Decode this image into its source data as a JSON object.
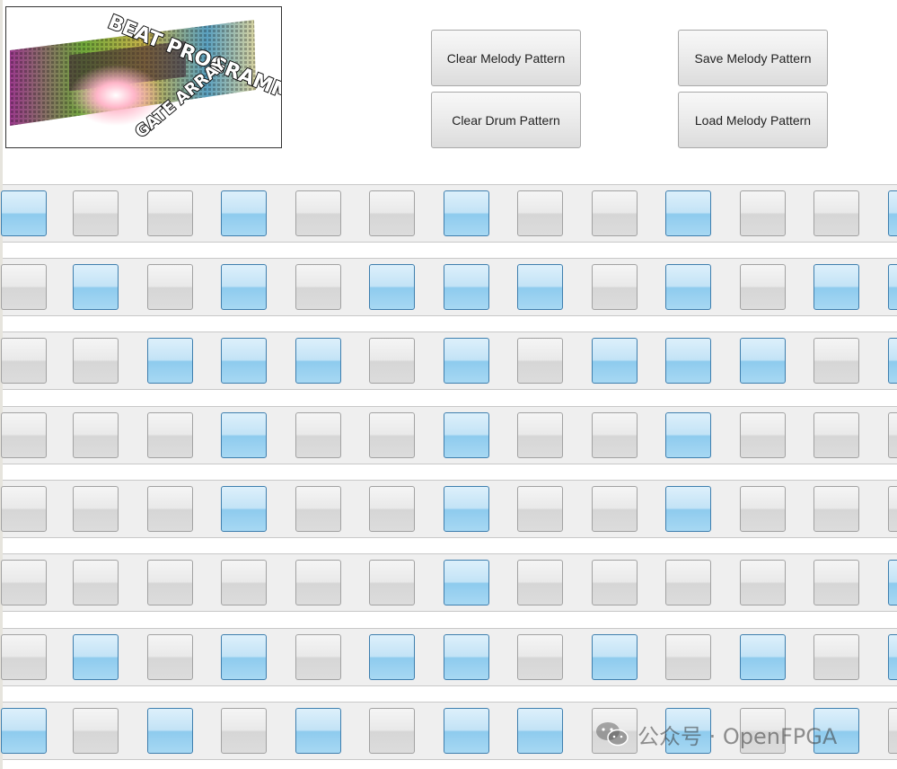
{
  "logo": {
    "line1": "BEAT PROGRAMMER",
    "line2": "GATE ARRAY"
  },
  "buttons": {
    "clear_melody": "Clear Melody Pattern",
    "clear_drum": "Clear Drum Pattern",
    "save_melody": "Save Melody Pattern",
    "load_melody": "Load Melody Pattern"
  },
  "grid": [
    [
      1,
      0,
      0,
      1,
      0,
      0,
      1,
      0,
      0,
      1,
      0,
      0,
      1
    ],
    [
      0,
      1,
      0,
      1,
      0,
      1,
      1,
      1,
      0,
      1,
      0,
      1,
      1
    ],
    [
      0,
      0,
      1,
      1,
      1,
      0,
      1,
      0,
      1,
      1,
      1,
      0,
      1
    ],
    [
      0,
      0,
      0,
      1,
      0,
      0,
      1,
      0,
      0,
      1,
      0,
      0,
      0
    ],
    [
      0,
      0,
      0,
      1,
      0,
      0,
      1,
      0,
      0,
      1,
      0,
      0,
      0
    ],
    [
      0,
      0,
      0,
      0,
      0,
      0,
      1,
      0,
      0,
      0,
      0,
      0,
      1
    ],
    [
      0,
      1,
      0,
      1,
      0,
      1,
      1,
      0,
      1,
      0,
      1,
      0,
      1
    ],
    [
      1,
      0,
      1,
      0,
      1,
      0,
      1,
      1,
      0,
      1,
      0,
      1,
      0
    ]
  ],
  "watermark": {
    "text": "公众号 · OpenFPGA",
    "icon": "wechat-icon"
  }
}
